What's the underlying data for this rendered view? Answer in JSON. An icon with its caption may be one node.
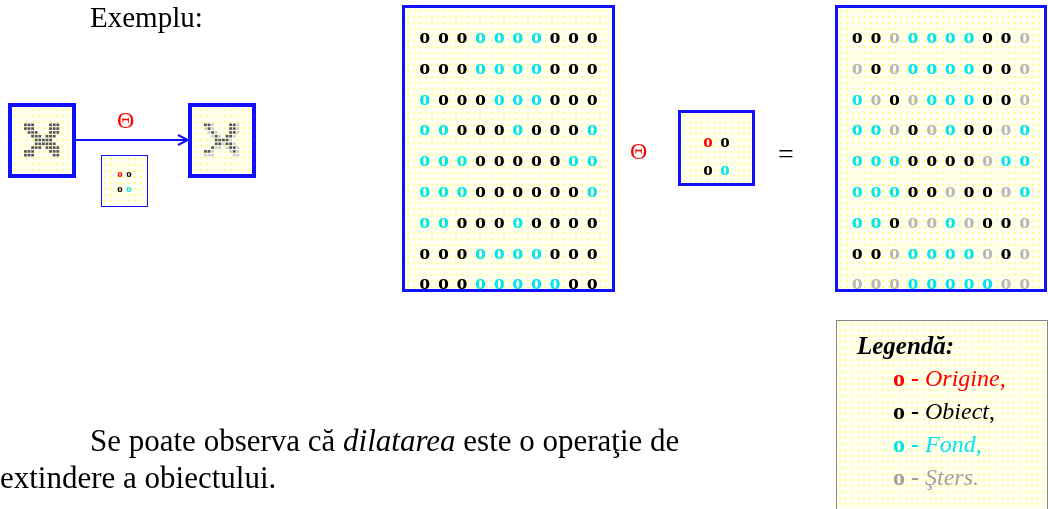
{
  "diagram": {
    "nodes": [
      {
        "text": [],
        "shape": "picture"
      },
      {
        "text": [],
        "shape": "picture"
      },
      {
        "text": [
          "o o",
          "o o"
        ]
      },
      {
        "text": [
          "o o o o o o o o o o",
          "o o o o o o o o o o",
          "o o o o o o o o o o",
          "o o o o o o o o o o",
          "o o o o o o o o o o",
          "o o o o o o o o o o",
          "o o o o o o o o o o",
          "o o o o o o o o o o",
          "o o o o o o o o o o"
        ]
      },
      {
        "text": [
          "o o",
          "o o"
        ]
      },
      {
        "text": [
          "o o o o o o o o o o",
          "o o o o o o o o o o",
          "o o o o o o o o o o",
          "o o o o o o o o o o",
          "o o o o o o o o o o",
          "o o o o o o o o o o",
          "o o o o o o o o o o",
          "o o o o o o o o o o",
          "o o o o o o o o o o"
        ]
      },
      {
        "text": [
          "Legendă:",
          "**o -** *Origine,*",
          "**o -** *Obiect*,",
          "**o -** *Fond,*",
          "**o -** *Şters.*"
        ]
      }
    ],
    "edges": [
      {
        "from": 0,
        "to": 1,
        "arrow": "to",
        "label": "Θ"
      }
    ],
    "labels": [
      "Exemplu:",
      "Θ",
      "=",
      "Se poate observa că *dilatarea* este o operaţie de extindere a obiectului."
    ]
  }
}
